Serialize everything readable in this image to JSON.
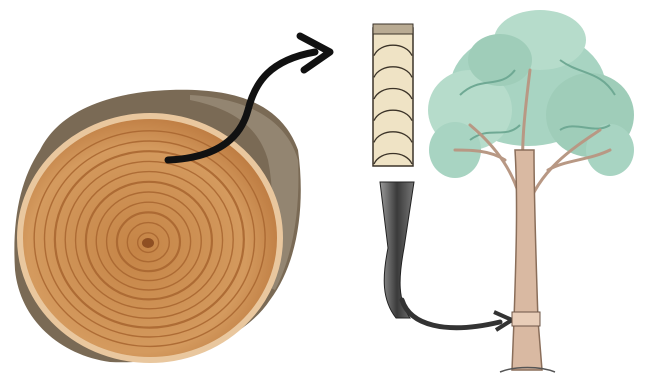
{
  "diagram": {
    "log_cross_section": {
      "icon": "tree-rings-icon",
      "bark_color": "#7a6a55",
      "wood_color": "#c98a4f",
      "ring_color": "#a8652f",
      "core_color": "#8f4f22"
    },
    "core_sample": {
      "icon": "core-sample-icon",
      "ring_count": 6,
      "fill_color": "#efe3c5",
      "line_color": "#3b3328"
    },
    "increment_borer": {
      "icon": "increment-borer-icon",
      "color": "#3a3a3a"
    },
    "tree": {
      "icon": "tree-icon",
      "trunk_color": "#d9b9a2",
      "foliage_color": "#a8d4c2",
      "foliage_dark": "#6fa994"
    },
    "arrows": [
      {
        "name": "log-to-core-arrow",
        "icon": "curved-arrow-icon",
        "color": "#111111"
      },
      {
        "name": "borer-to-tree-arrow",
        "icon": "curved-arrow-icon",
        "color": "#333333"
      }
    ]
  }
}
